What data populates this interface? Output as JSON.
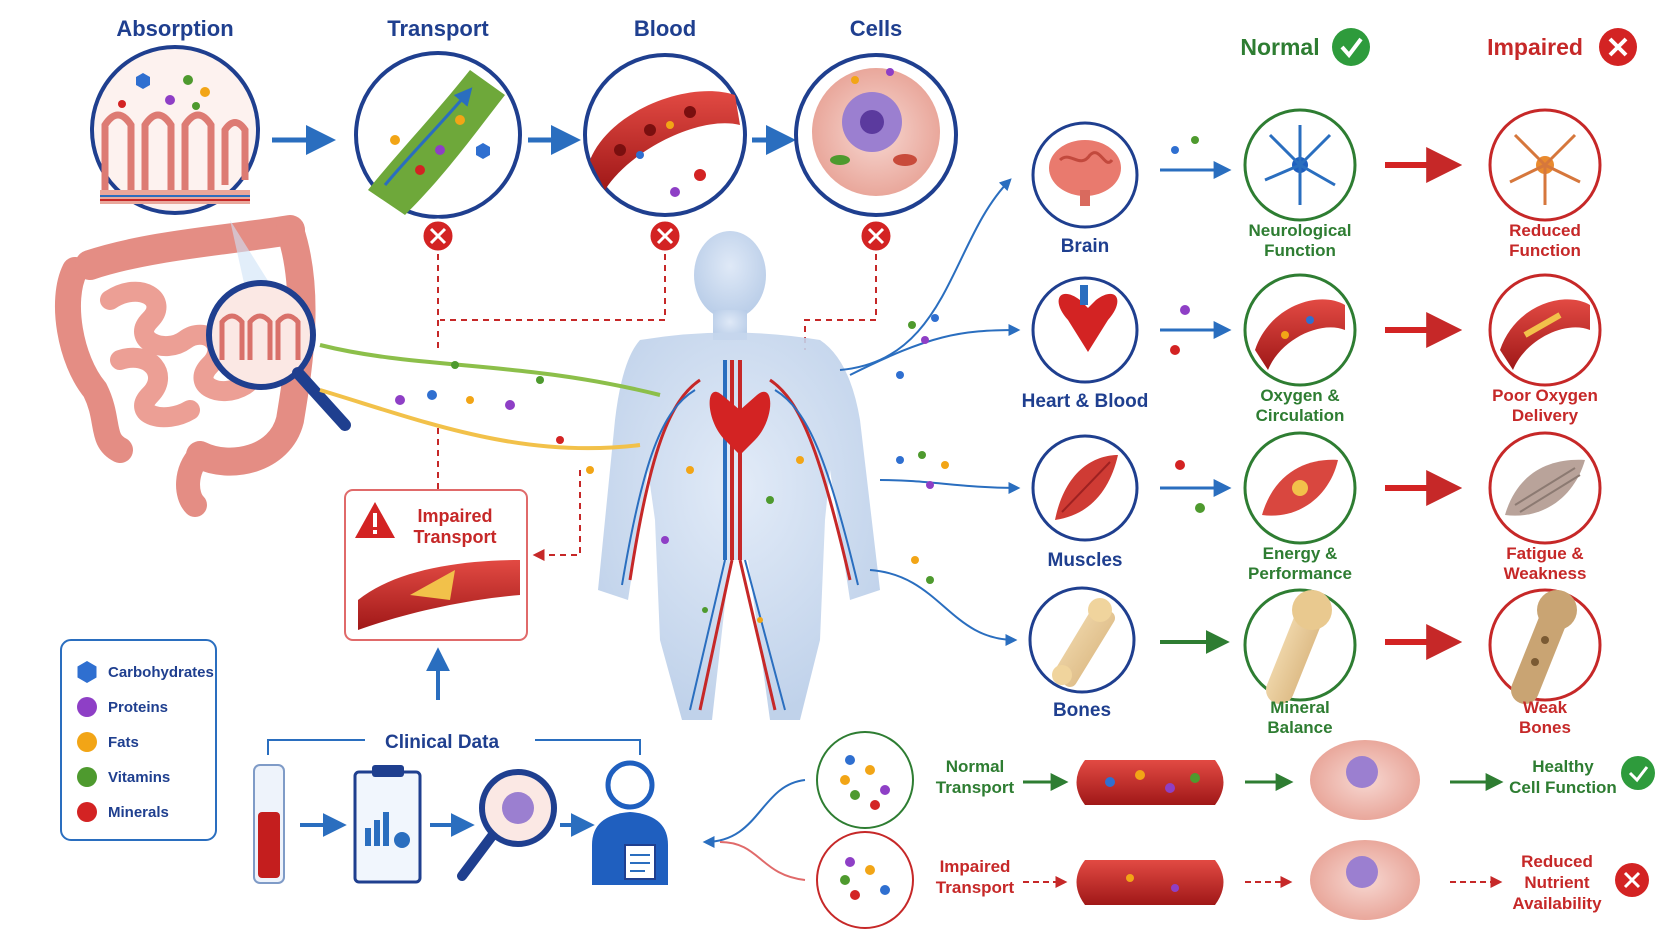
{
  "pipeline": {
    "stages": [
      "Absorption",
      "Transport",
      "Blood",
      "Cells"
    ]
  },
  "status": {
    "normal_label": "Normal",
    "impaired_label": "Impaired"
  },
  "organs": [
    {
      "name": "Brain",
      "normal": [
        "Neurological",
        "Function"
      ],
      "impaired": [
        "Reduced",
        "Function"
      ]
    },
    {
      "name": "Heart & Blood",
      "normal": [
        "Oxygen &",
        "Circulation"
      ],
      "impaired": [
        "Poor Oxygen",
        "Delivery"
      ]
    },
    {
      "name": "Muscles",
      "normal": [
        "Energy &",
        "Performance"
      ],
      "impaired": [
        "Fatigue &",
        "Weakness"
      ]
    },
    {
      "name": "Bones",
      "normal": [
        "Mineral",
        "Balance"
      ],
      "impaired": [
        "Weak",
        "Bones"
      ]
    }
  ],
  "impaired_transport_box": [
    "Impaired",
    "Transport"
  ],
  "legend": [
    {
      "label": "Carbohydrates",
      "color": "#2f6fd0",
      "shape": "hexagon"
    },
    {
      "label": "Proteins",
      "color": "#8e3fc6",
      "shape": "circle"
    },
    {
      "label": "Fats",
      "color": "#f2a516",
      "shape": "circle"
    },
    {
      "label": "Vitamins",
      "color": "#4e9a2e",
      "shape": "circle"
    },
    {
      "label": "Minerals",
      "color": "#d32323",
      "shape": "circle"
    }
  ],
  "clinical": {
    "title": "Clinical Data"
  },
  "outcomes": {
    "normal_transport": [
      "Normal",
      "Transport"
    ],
    "impaired_transport": [
      "Impaired",
      "Transport"
    ],
    "healthy": [
      "Healthy",
      "Cell Function"
    ],
    "reduced": [
      "Reduced",
      "Nutrient",
      "Availability"
    ]
  },
  "colors": {
    "navy": "#1f3f8f",
    "arrow_blue": "#2a6ebf",
    "green": "#2e7d32",
    "red": "#c62828"
  }
}
